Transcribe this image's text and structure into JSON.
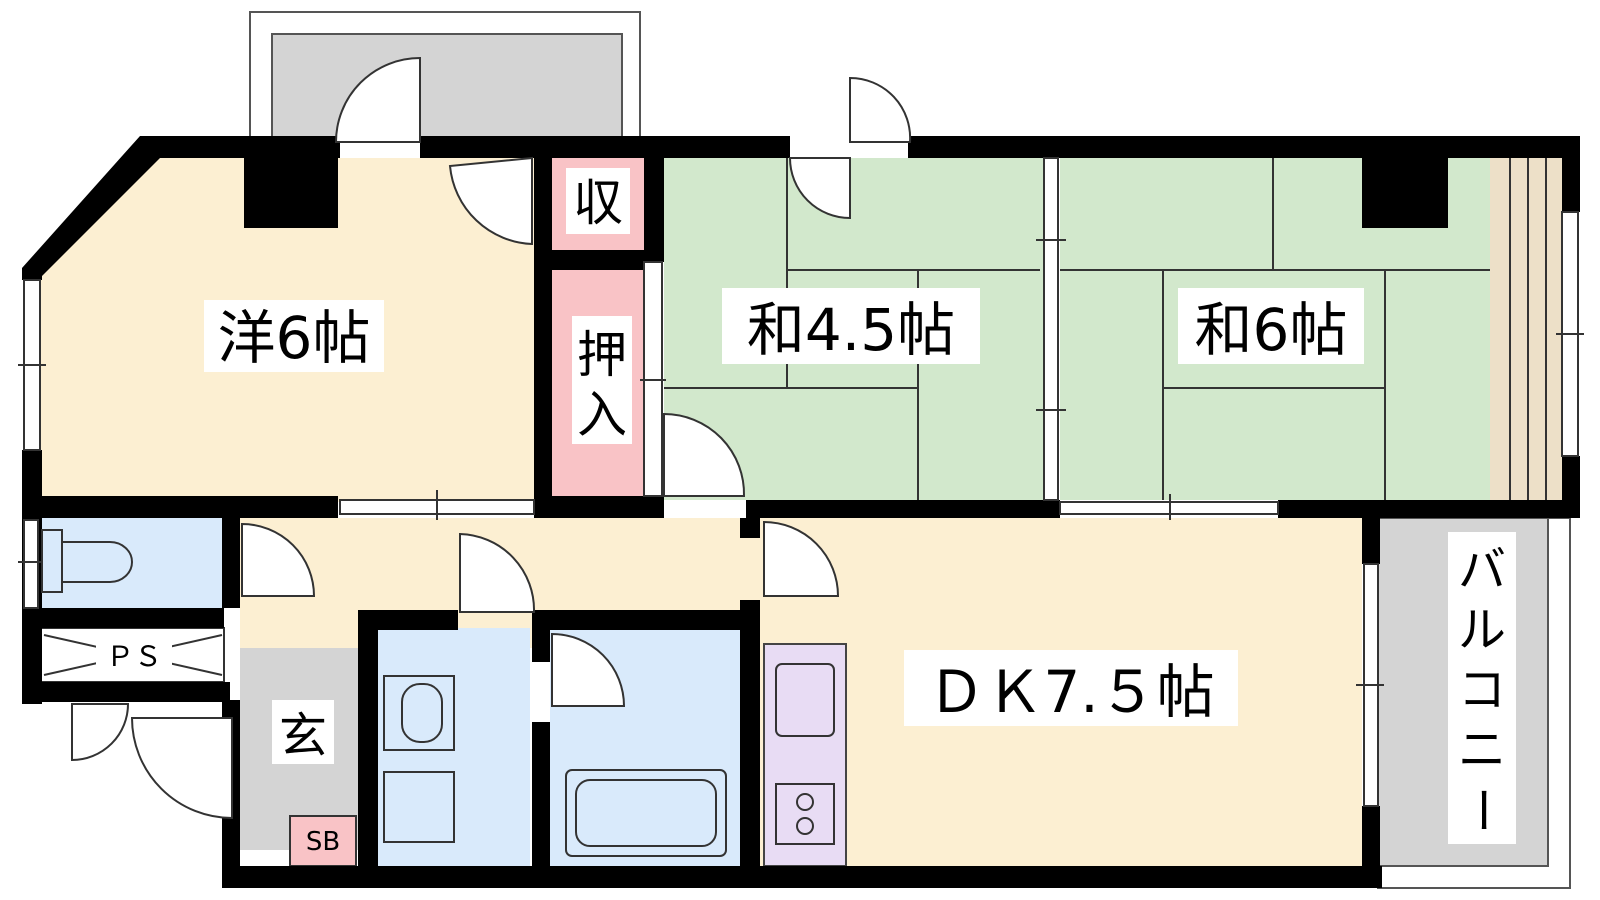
{
  "rooms": {
    "western": "洋6帖",
    "washitsu_small": "和4.5帖",
    "washitsu_large": "和6帖",
    "dk": "ＤＫ7.５帖",
    "storage": "収",
    "oshiire_top": "押",
    "oshiire_bottom": "入",
    "entrance": "玄",
    "ps": "ＰＳ",
    "shoe_box": "SB"
  },
  "balcony": [
    "バ",
    "ル",
    "コ",
    "ニ",
    "ー"
  ],
  "colors": {
    "western_floor": "#fcefd2",
    "tatami": "#d2e8cc",
    "storage": "#f9c3c6",
    "wet_area": "#d9eafb",
    "kitchen": "#e8dcf4",
    "entrance": "#d4d4d4",
    "balcony": "#d4d4d4",
    "engawa": "#ede0c8",
    "wall": "#000000"
  }
}
